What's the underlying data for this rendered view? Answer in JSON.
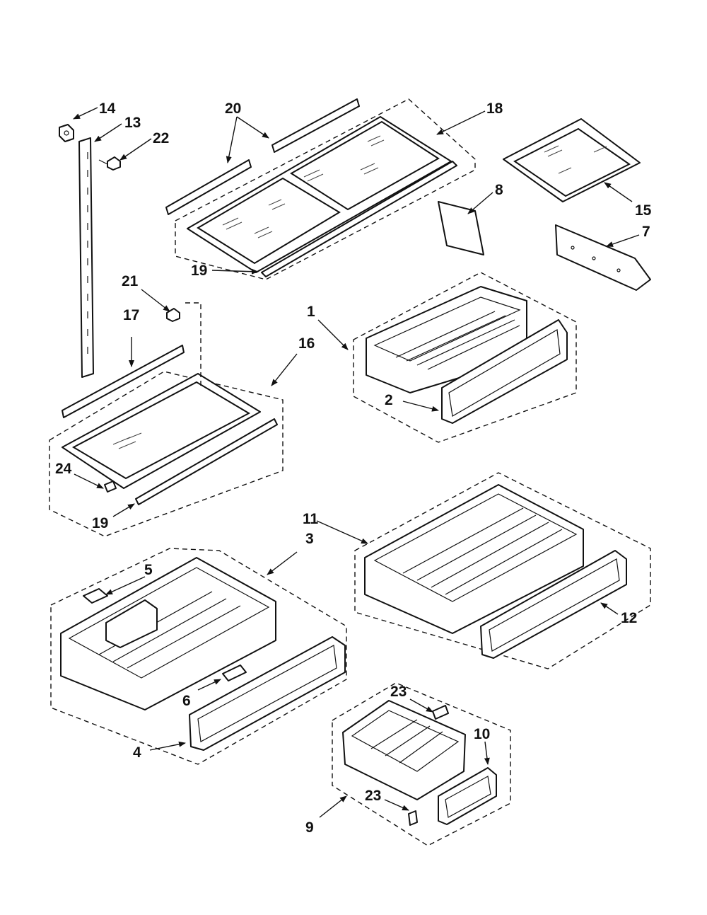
{
  "diagram": {
    "callouts": {
      "p1": "1",
      "p2": "2",
      "p3": "3",
      "p4": "4",
      "p5": "5",
      "p6": "6",
      "p7": "7",
      "p8": "8",
      "p9": "9",
      "p10": "10",
      "p11": "11",
      "p12": "12",
      "p13": "13",
      "p14": "14",
      "p15": "15",
      "p16": "16",
      "p17": "17",
      "p18": "18",
      "p19a": "19",
      "p19b": "19",
      "p20": "20",
      "p21": "21",
      "p22": "22",
      "p23a": "23",
      "p23b": "23",
      "p24": "24"
    }
  }
}
